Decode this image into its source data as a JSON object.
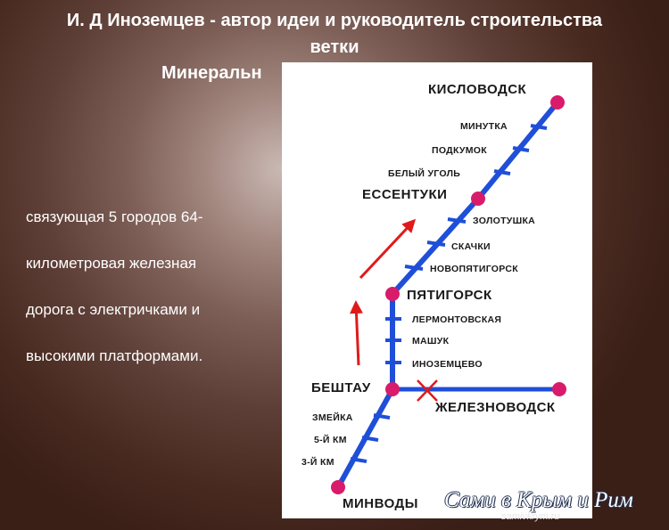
{
  "title": {
    "line1": "И. Д Иноземцев -  автор идеи и руководитель строительства",
    "line2": "ветки",
    "line3": "Минеральн"
  },
  "body_text": [
    "связующая 5 городов 64-",
    "километровая железная",
    "дорога с электричками и",
    "высокими платформами."
  ],
  "map": {
    "major_stations": {
      "kislovodsk": "КИСЛОВОДСК",
      "essentuki": "ЕССЕНТУКИ",
      "pyatigorsk": "ПЯТИГОРСК",
      "beshtau": "БЕШТАУ",
      "zheleznovodsk": "ЖЕЛЕЗНОВОДСК",
      "minvody": "МИНВОДЫ"
    },
    "minor_stations": {
      "minutka": "МИНУТКА",
      "podkumok": "ПОДКУМОК",
      "bely_ugol": "БЕЛЫЙ УГОЛЬ",
      "zolotushka": "ЗОЛОТУШКА",
      "skachki": "СКАЧКИ",
      "novopyatigorsk": "НОВОПЯТИГОРСК",
      "lermontovskaya": "ЛЕРМОНТОВСКАЯ",
      "mashuk": "МАШУК",
      "inozemtsevo": "ИНОЗЕМЦЕВО",
      "zmeyka": "ЗМЕЙКА",
      "km5": "5-Й КМ",
      "km3": "3-Й КМ"
    },
    "colors": {
      "line": "#1f4fd8",
      "station_dot": "#d81b6a",
      "arrow": "#e01a1a"
    }
  },
  "watermark": {
    "main": "Сами в Крым и Рим",
    "sub": "samivkrym.ru"
  }
}
